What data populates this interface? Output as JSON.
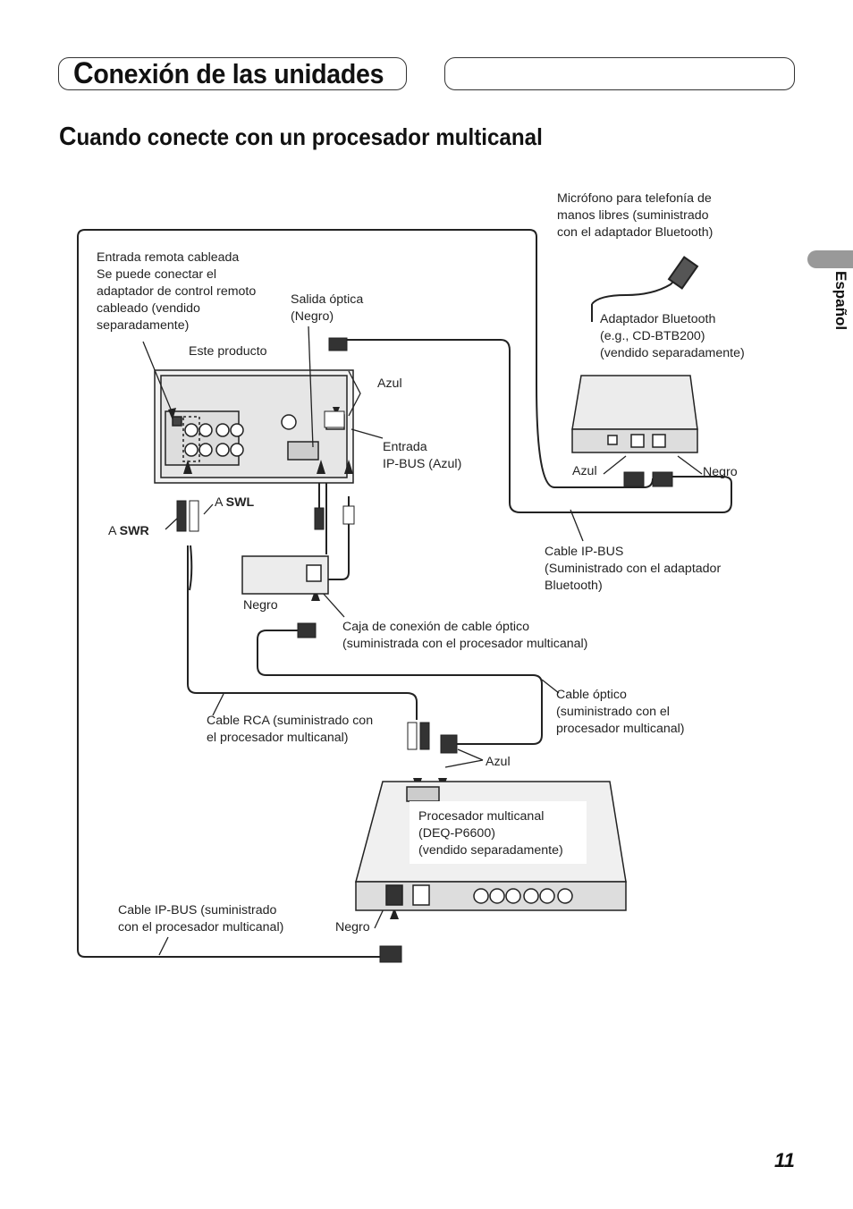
{
  "header": {
    "title_initial": "C",
    "title_rest": "onexión de las unidades"
  },
  "section": {
    "title_initial": "C",
    "title_rest": "uando conecte con un procesador multicanal"
  },
  "side_tab": {
    "language": "Español"
  },
  "page_number": "11",
  "diagram": {
    "labels": {
      "microphone": "Micrófono para telefonía de\nmanos libres (suministrado\ncon el adaptador Bluetooth)",
      "wired_remote": "Entrada remota cableada\nSe puede conectar el\nadaptador de control remoto\ncableado (vendido\nseparadamente)",
      "optical_out": "Salida óptica\n(Negro)",
      "bt_adapter": "Adaptador Bluetooth\n(e.g., CD-BTB200)\n(vendido separadamente)",
      "this_product": "Este producto",
      "azul_top": "Azul",
      "ipbus_input": "Entrada\nIP-BUS (Azul)",
      "azul_bt": "Azul",
      "negro_bt": "Negro",
      "to_swl_prefix": "A ",
      "to_swl": "SWL",
      "to_swr_prefix": "A ",
      "to_swr": "SWR",
      "ipbus_cable_bt": "Cable IP-BUS\n(Suministrado con el adaptador\nBluetooth)",
      "negro_box": "Negro",
      "optical_box": "Caja de conexión de cable óptico\n(suministrada con el procesador multicanal)",
      "optical_cable": "Cable óptico\n(suministrado con el\nprocesador multicanal)",
      "rca_cable": "Cable RCA (suministrado con\nel procesador multicanal)",
      "azul_proc": "Azul",
      "processor": "Procesador multicanal\n(DEQ-P6600)\n(vendido separadamente)",
      "ipbus_cable_proc": "Cable IP-BUS (suministrado\ncon el procesador multicanal)",
      "negro_proc": "Negro"
    }
  }
}
